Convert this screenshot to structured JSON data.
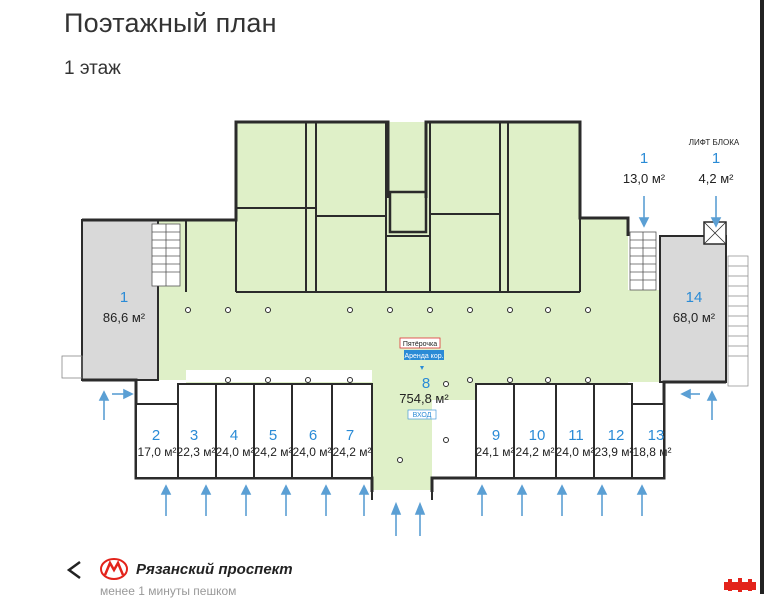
{
  "header": {
    "title": "Поэтажный план",
    "floor": "1 этаж"
  },
  "plan": {
    "lift_label": "ЛИФТ БЛОКА",
    "gallery_signs": {
      "shop": "Пятёрочка",
      "sign2": "Аренда кор.",
      "main_num": "8",
      "main_area": "754,8 м²",
      "entrance": "ВХОД"
    },
    "units": [
      {
        "num": "1",
        "area": "86,6 м²"
      },
      {
        "num": "2",
        "area": "17,0 м²"
      },
      {
        "num": "3",
        "area": "22,3 м²"
      },
      {
        "num": "4",
        "area": "24,0 м²"
      },
      {
        "num": "5",
        "area": "24,2 м²"
      },
      {
        "num": "6",
        "area": "24,0 м²"
      },
      {
        "num": "7",
        "area": "24,2 м²"
      },
      {
        "num": "9",
        "area": "24,1 м²"
      },
      {
        "num": "10",
        "area": "24,2 м²"
      },
      {
        "num": "11",
        "area": "24,0 м²"
      },
      {
        "num": "12",
        "area": "23,9 м²"
      },
      {
        "num": "13",
        "area": "18,8 м²"
      },
      {
        "num": "14",
        "area": "68,0 м²"
      },
      {
        "num": "1",
        "area": "13,0 м²"
      },
      {
        "num": "1",
        "area": "4,2 м²"
      }
    ],
    "colors": {
      "fill": "#dff0c8",
      "wall": "#2b2b2b",
      "arrow": "#5b9fd4",
      "number": "#2a8bd6",
      "gray_room": "#d9d9d9"
    }
  },
  "metro": {
    "icon": "metro-logo-icon",
    "station": "Рязанский проспект",
    "walk": "менее 1 минуты пешком"
  }
}
